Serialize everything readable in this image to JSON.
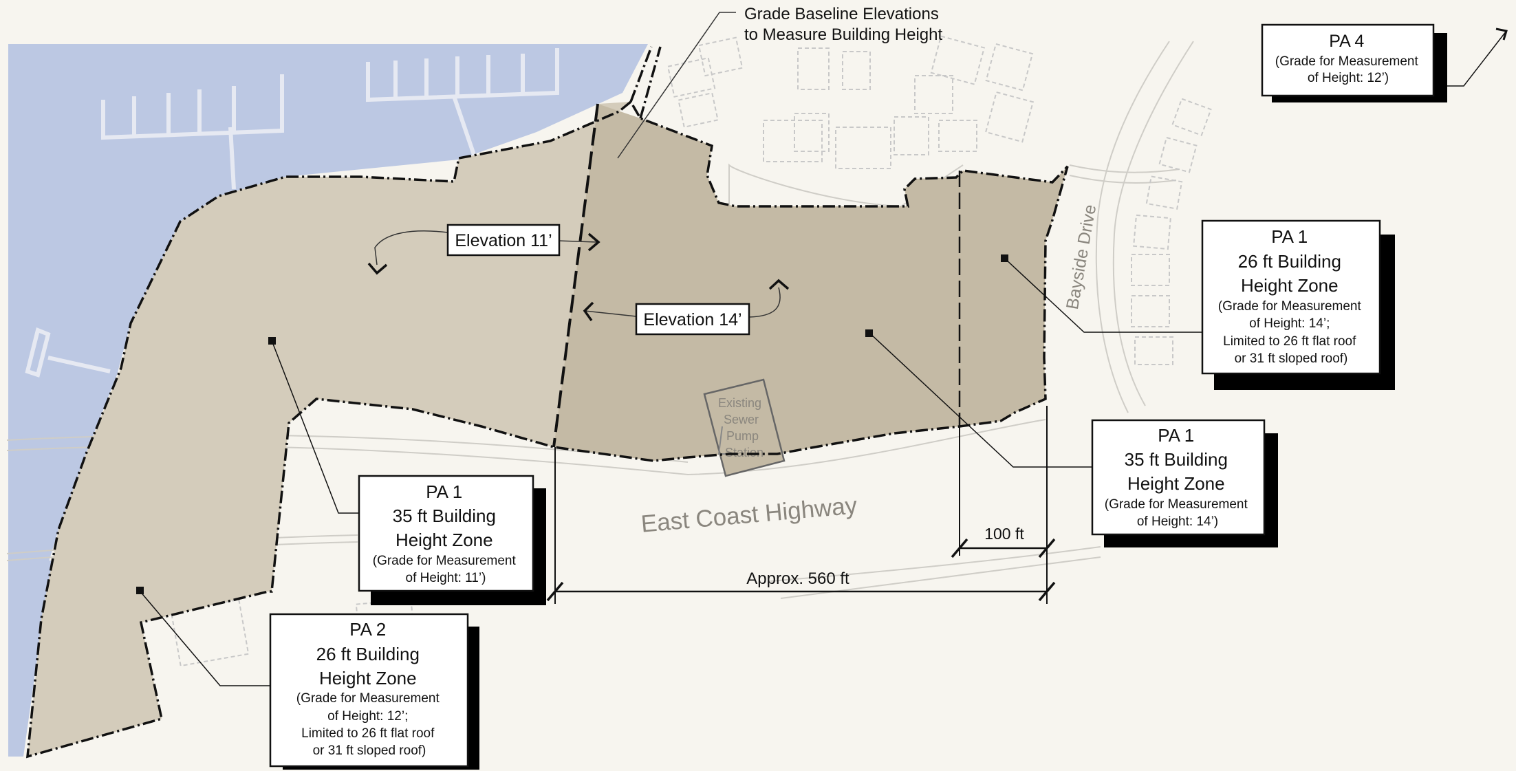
{
  "colors": {
    "background": "#f7f5ef",
    "water": "#bcc8e3",
    "zone_11ft": "#d4ccbb",
    "zone_14ft": "#c4baa5",
    "building_outline": "#c8c8c8",
    "boundary": "#111111",
    "road_label": "#8a867e"
  },
  "roads": {
    "east_coast_highway": "East Coast Highway",
    "bayside_drive": "Bayside Drive"
  },
  "callouts": {
    "grade_baseline": {
      "line1": "Grade Baseline Elevations",
      "line2": "to Measure Building Height"
    },
    "elevation_11": "Elevation 11’",
    "elevation_14": "Elevation 14’",
    "pump_station": [
      "Existing",
      "Sewer",
      "Pump",
      "Station"
    ]
  },
  "dimensions": {
    "d100": "100 ft",
    "d560": "Approx. 560 ft"
  },
  "zones": {
    "pa4": {
      "title": "PA 4",
      "grade": [
        "(Grade for Measurement",
        "of Height: 12’)"
      ]
    },
    "pa1_26": {
      "title": "PA 1",
      "subtitle": [
        "26 ft Building",
        "Height Zone"
      ],
      "grade": [
        "(Grade for Measurement",
        "of Height: 14’;",
        "Limited to 26 ft flat roof",
        "or 31 ft sloped roof)"
      ]
    },
    "pa1_35_east": {
      "title": "PA 1",
      "subtitle": [
        "35 ft Building",
        "Height Zone"
      ],
      "grade": [
        "(Grade for Measurement",
        "of Height: 14’)"
      ]
    },
    "pa1_35_west": {
      "title": "PA 1",
      "subtitle": [
        "35 ft Building",
        "Height Zone"
      ],
      "grade": [
        "(Grade for Measurement",
        "of Height: 11’)"
      ]
    },
    "pa2": {
      "title": "PA 2",
      "subtitle": [
        "26 ft Building",
        "Height Zone"
      ],
      "grade": [
        "(Grade for Measurement",
        "of Height: 12’;",
        "Limited to 26 ft flat roof",
        "or 31 ft sloped roof)"
      ]
    }
  }
}
